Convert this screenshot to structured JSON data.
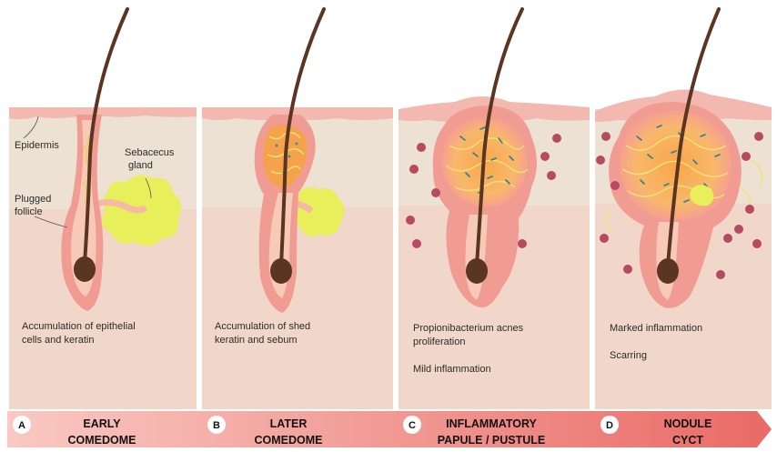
{
  "labels": {
    "epidermis": "Epidermis",
    "sebaceous_gland": [
      "Sebacecus",
      "gland"
    ],
    "plugged_follicle": [
      "Plugged",
      "follicle"
    ]
  },
  "panels": [
    {
      "letter": "A",
      "title": [
        "EARLY",
        "COMEDOME"
      ],
      "descriptions": [
        "Accumulation of epithelial",
        "cells and keratin"
      ]
    },
    {
      "letter": "B",
      "title": [
        "LATER",
        "COMEDOME"
      ],
      "descriptions": [
        "Accumulation of shed",
        "keratin and sebum"
      ]
    },
    {
      "letter": "C",
      "title": [
        "INFLAMMATORY",
        "PAPULE / PUSTULE"
      ],
      "descriptions": [
        "Propionibacterium acnes",
        "proliferation",
        "",
        "Mild inflammation"
      ]
    },
    {
      "letter": "D",
      "title": [
        "NODULE",
        "CYCT"
      ],
      "descriptions": [
        "Marked inflammation",
        "",
        "Scarring"
      ]
    }
  ],
  "colors": {
    "epidermis": "#ece1d3",
    "dermis": "#f0d7c9",
    "surface": "#f3b8b0",
    "follicle_outer": "#f19c92",
    "follicle_inner": "#f7c9b7",
    "hair": "#5a3522",
    "sebaceous": "#e7ef5a",
    "inflammation": "#f4a34c",
    "bacteria": "#b54a62",
    "banner": "#f07e76"
  }
}
